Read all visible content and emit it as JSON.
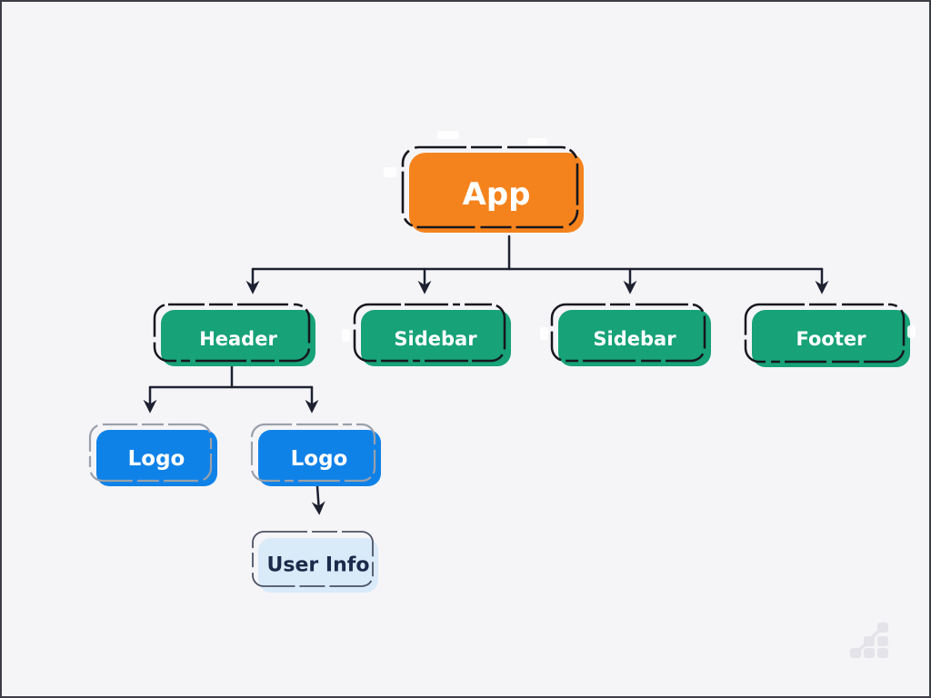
{
  "canvas": {
    "background": "#f5f5f8",
    "border_color": "#3d3d47"
  },
  "palette": {
    "orange": "#f5831d",
    "green": "#17a277",
    "blue": "#0f82e8",
    "light_blue": "#d9eaf9",
    "edge_color": "#1d2130",
    "dark_outline": "#17171f",
    "gray_outline": "#9aa0ab",
    "navy_outline": "#4a5264",
    "white_text": "#ffffff",
    "navy_text": "#1b2a4a"
  },
  "diagram": {
    "nodes": [
      {
        "id": "app",
        "label": "App",
        "fill": "#f5831d",
        "outline": "#17171f",
        "text_color": "#ffffff"
      },
      {
        "id": "header",
        "label": "Header",
        "fill": "#17a277",
        "outline": "#17171f",
        "text_color": "#ffffff"
      },
      {
        "id": "sidebar-1",
        "label": "Sidebar",
        "fill": "#17a277",
        "outline": "#17171f",
        "text_color": "#ffffff"
      },
      {
        "id": "sidebar-2",
        "label": "Sidebar",
        "fill": "#17a277",
        "outline": "#17171f",
        "text_color": "#ffffff"
      },
      {
        "id": "footer",
        "label": "Footer",
        "fill": "#17a277",
        "outline": "#17171f",
        "text_color": "#ffffff"
      },
      {
        "id": "logo-1",
        "label": "Logo",
        "fill": "#0f82e8",
        "outline": "#9aa0ab",
        "text_color": "#ffffff"
      },
      {
        "id": "logo-2",
        "label": "Logo",
        "fill": "#0f82e8",
        "outline": "#9aa0ab",
        "text_color": "#ffffff"
      },
      {
        "id": "user-info",
        "label": "User Info",
        "fill": "#d9eaf9",
        "outline": "#4a5264",
        "text_color": "#1b2a4a"
      }
    ],
    "edges": [
      {
        "from": "app",
        "to": "header"
      },
      {
        "from": "app",
        "to": "sidebar-1"
      },
      {
        "from": "app",
        "to": "sidebar-2"
      },
      {
        "from": "app",
        "to": "footer"
      },
      {
        "from": "header",
        "to": "logo-1"
      },
      {
        "from": "header",
        "to": "logo-2"
      },
      {
        "from": "logo-2",
        "to": "user-info"
      }
    ]
  },
  "watermark": {
    "icon": "growth-chart-logo",
    "color": "#e3e3e9"
  }
}
